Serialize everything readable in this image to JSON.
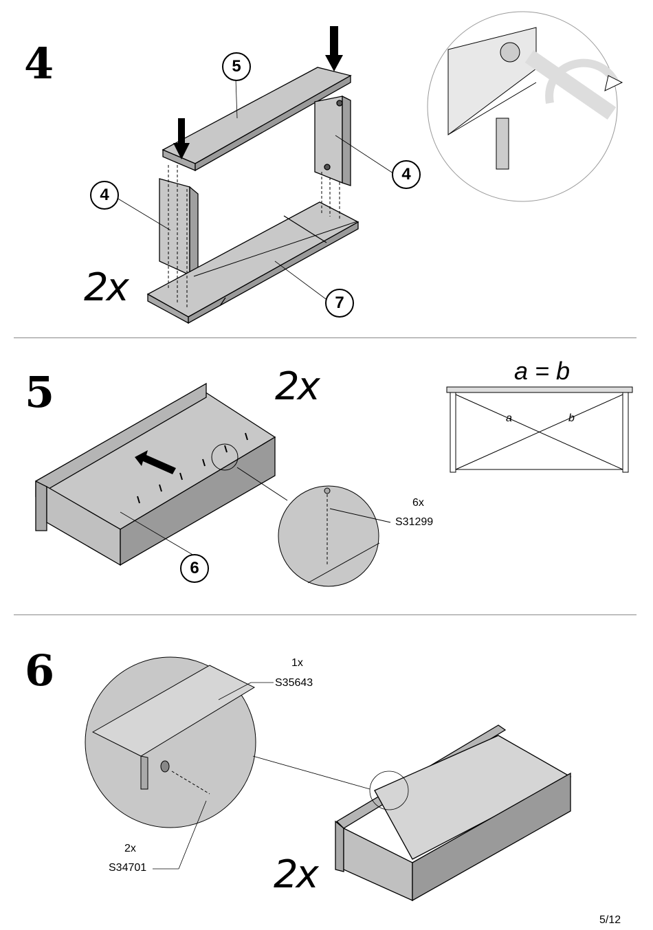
{
  "steps": [
    {
      "number": "4",
      "multiplier": "2x",
      "callouts": [
        "5",
        "4",
        "4",
        "7"
      ]
    },
    {
      "number": "5",
      "multiplier": "2x",
      "callouts": [
        "6"
      ],
      "equation": "a = b",
      "diag_a": "a",
      "diag_b": "b",
      "part": {
        "qty": "6x",
        "code": "S31299"
      }
    },
    {
      "number": "6",
      "multiplier": "2x",
      "parts": [
        {
          "qty": "1x",
          "code": "S35643"
        },
        {
          "qty": "2x",
          "code": "S34701"
        }
      ]
    }
  ],
  "footer": {
    "page": "5/12"
  }
}
